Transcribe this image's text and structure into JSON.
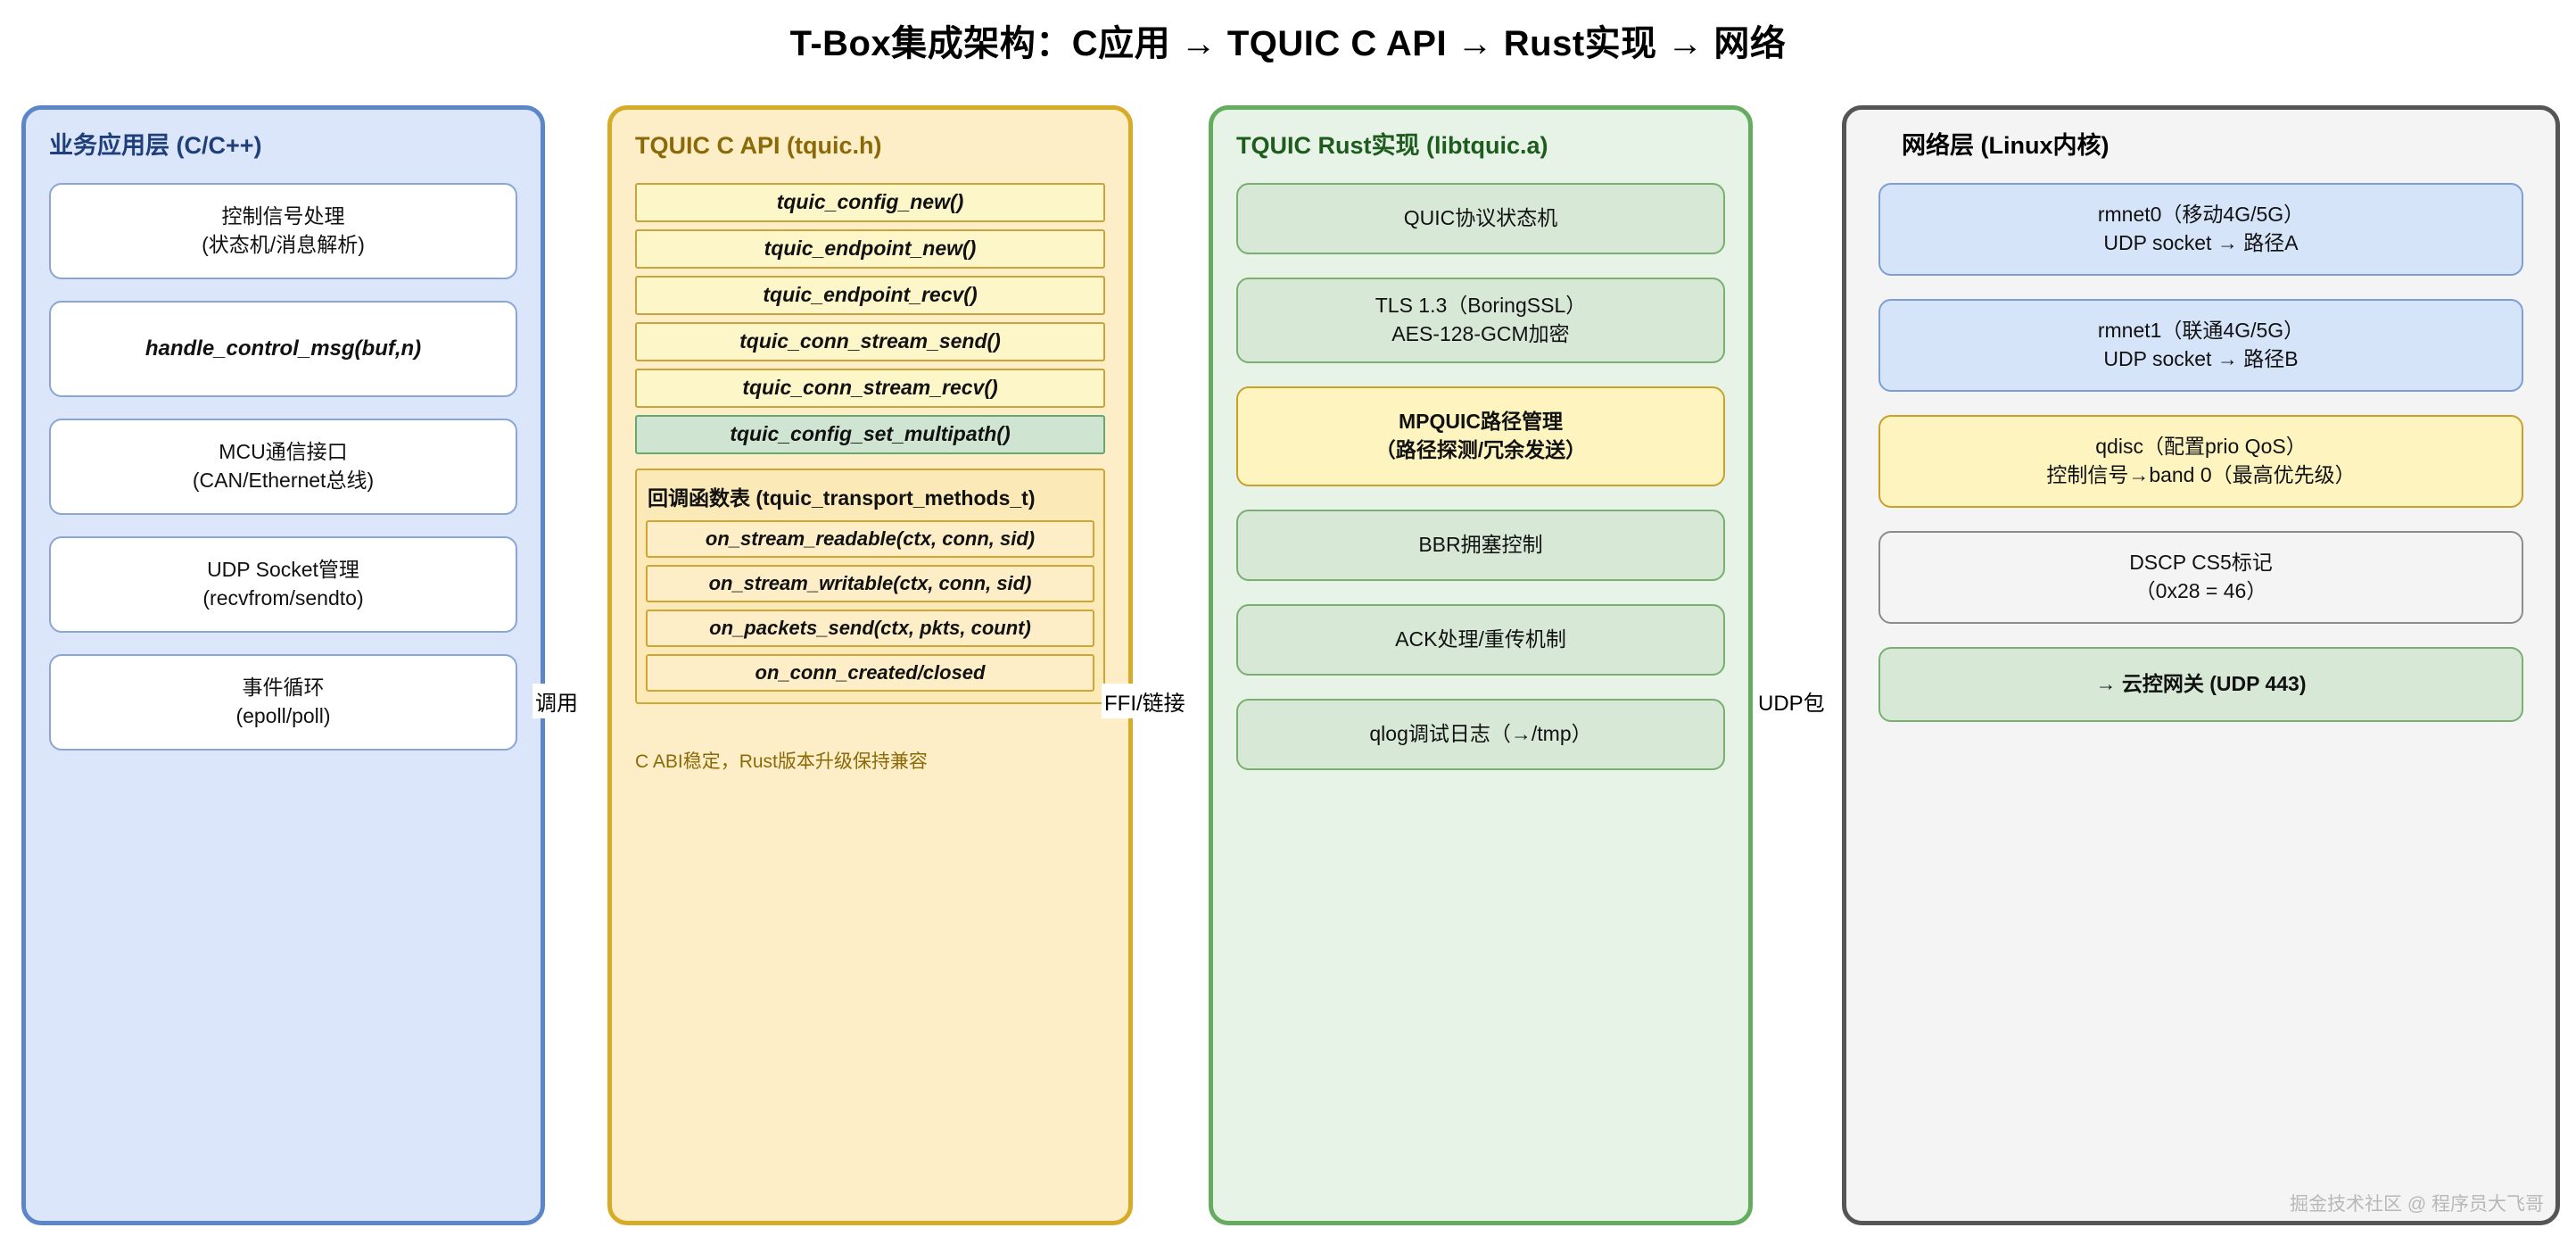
{
  "title": "T-Box集成架构：C应用 → TQUIC C API → Rust实现 → 网络",
  "watermark": "掘金技术社区 @ 程序员大飞哥",
  "colors": {
    "app_border": "#5b87c8",
    "app_fill": "#dce6fa",
    "capi_border": "#d6ab28",
    "capi_fill": "#fdeec7",
    "rust_border": "#64ad5e",
    "rust_fill": "#e6f3e6",
    "net_border": "#555555",
    "net_fill": "#f4f4f4",
    "highlight_green": "#cfe5d2",
    "highlight_amber": "#fdf4c0"
  },
  "connectors": [
    {
      "label": "调用"
    },
    {
      "label": "FFI/链接"
    },
    {
      "label": "UDP包"
    }
  ],
  "layers": {
    "app": {
      "title": "业务应用层 (C/C++)",
      "nodes": [
        {
          "line1": "控制信号处理",
          "line2": "(状态机/消息解析)"
        },
        {
          "line1": "handle_control_msg(buf,n)",
          "line2": ""
        },
        {
          "line1": "MCU通信接口",
          "line2": "(CAN/Ethernet总线)"
        },
        {
          "line1": "UDP Socket管理",
          "line2": "(recvfrom/sendto)"
        },
        {
          "line1": "事件循环",
          "line2": "(epoll/poll)"
        }
      ]
    },
    "capi": {
      "title": "TQUIC C API (tquic.h)",
      "nodes": [
        {
          "label": "tquic_config_new()"
        },
        {
          "label": "tquic_endpoint_new()"
        },
        {
          "label": "tquic_endpoint_recv()"
        },
        {
          "label": "tquic_conn_stream_send()"
        },
        {
          "label": "tquic_conn_stream_recv()"
        },
        {
          "label": "tquic_config_set_multipath()"
        }
      ],
      "callback_title": "回调函数表 (tquic_transport_methods_t)",
      "callbacks": [
        {
          "label": "on_stream_readable(ctx, conn, sid)"
        },
        {
          "label": "on_stream_writable(ctx, conn, sid)"
        },
        {
          "label": "on_packets_send(ctx, pkts, count)"
        },
        {
          "label": "on_conn_created/closed"
        }
      ],
      "footnote": "C ABI稳定，Rust版本升级保持兼容"
    },
    "rust": {
      "title": "TQUIC Rust实现 (libtquic.a)",
      "nodes": [
        {
          "line1": "QUIC协议状态机",
          "line2": ""
        },
        {
          "line1": "TLS 1.3（BoringSSL）",
          "line2": "AES-128-GCM加密"
        },
        {
          "line1": "MPQUIC路径管理",
          "line2": "（路径探测/冗余发送）"
        },
        {
          "line1": "BBR拥塞控制",
          "line2": ""
        },
        {
          "line1": "ACK处理/重传机制",
          "line2": ""
        },
        {
          "line1": "qlog调试日志（→/tmp）",
          "line2": ""
        }
      ]
    },
    "net": {
      "title": "网络层 (Linux内核)",
      "nodes": [
        {
          "line1": "rmnet0（移动4G/5G）",
          "line2": "UDP socket → 路径A"
        },
        {
          "line1": "rmnet1（联通4G/5G）",
          "line2": "UDP socket → 路径B"
        },
        {
          "line1": "qdisc（配置prio QoS）",
          "line2": "控制信号→band 0（最高优先级）"
        },
        {
          "line1": "DSCP CS5标记",
          "line2": "（0x28 = 46）"
        },
        {
          "line1": "→ 云控网关 (UDP 443)",
          "line2": ""
        }
      ]
    }
  }
}
